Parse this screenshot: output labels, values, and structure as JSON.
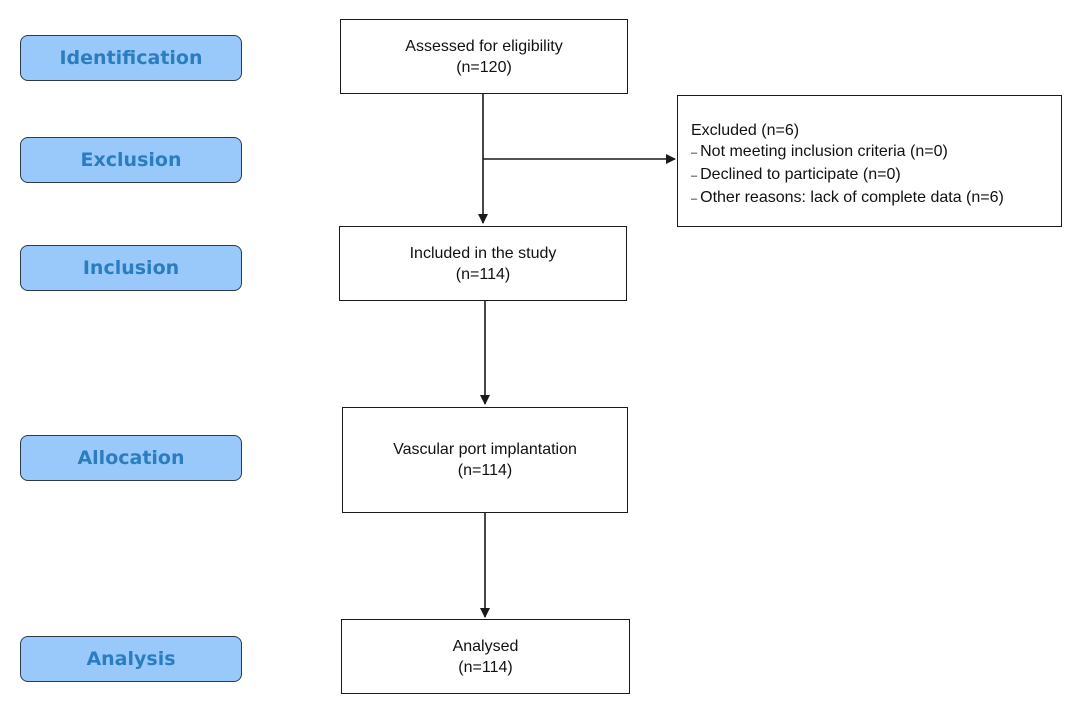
{
  "stages": {
    "identification": "Identification",
    "exclusion": "Exclusion",
    "inclusion": "Inclusion",
    "allocation": "Allocation",
    "analysis": "Analysis"
  },
  "boxes": {
    "assessed": {
      "title": "Assessed for eligibility",
      "count": "(n=120)"
    },
    "included": {
      "title": "Included in the study",
      "count": "(n=114)"
    },
    "allocated": {
      "title": "Vascular port implantation",
      "count": "(n=114)"
    },
    "analysed": {
      "title": "Analysed",
      "count": "(n=114)"
    }
  },
  "excluded": {
    "title": "Excluded (n=6)",
    "dash": "–",
    "items": [
      "Not meeting inclusion criteria (n=0)",
      "Declined to participate (n=0)",
      "Other reasons: lack of complete data (n=6)"
    ]
  },
  "colors": {
    "stage_fill": "#99c9fb",
    "stage_text": "#2b7dbf",
    "stroke": "#1a1a1a"
  }
}
